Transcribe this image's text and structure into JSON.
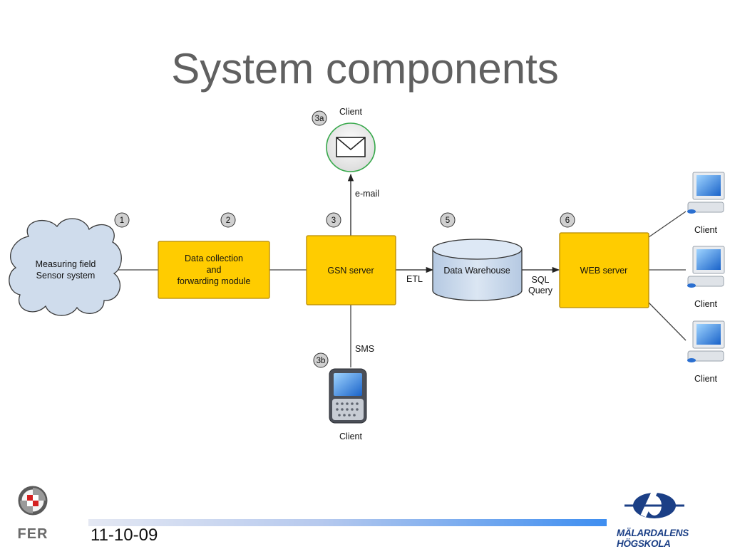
{
  "slide": {
    "title": "System components",
    "date": "11-10-09"
  },
  "colors": {
    "box_fill": "#ffcc00",
    "box_stroke": "#b88a00",
    "cloud_fill": "#cfdcec",
    "cylinder_fill": "#c9d9ec",
    "line": "#444444",
    "title": "#606060",
    "footer_bar_end": "#3e8ef0"
  },
  "diagram": {
    "cloud": {
      "line1": "Measuring field",
      "line2": "Sensor system"
    },
    "collector": {
      "line1": "Data collection",
      "line2": "and",
      "line3": "forwarding module"
    },
    "gsn": {
      "label": "GSN server"
    },
    "warehouse": {
      "label": "Data Warehouse"
    },
    "web": {
      "label": "WEB server"
    },
    "edges": {
      "email": "e-mail",
      "sms": "SMS",
      "etl": "ETL",
      "sql_line1": "SQL",
      "sql_line2": "Query"
    },
    "badges": {
      "b1": "1",
      "b2": "2",
      "b3": "3",
      "b3a": "3a",
      "b3b": "3b",
      "b5": "5",
      "b6": "6"
    },
    "clients": {
      "email_client": "Client",
      "phone_client": "Client",
      "web_client_1": "Client",
      "web_client_2": "Client",
      "web_client_3": "Client"
    },
    "icons": [
      "envelope-icon",
      "smartphone-icon",
      "desktop-computer-icon"
    ]
  },
  "footer": {
    "left_logo": "FER",
    "right_logo": "MÄLARDALENS HÖGSKOLA"
  }
}
